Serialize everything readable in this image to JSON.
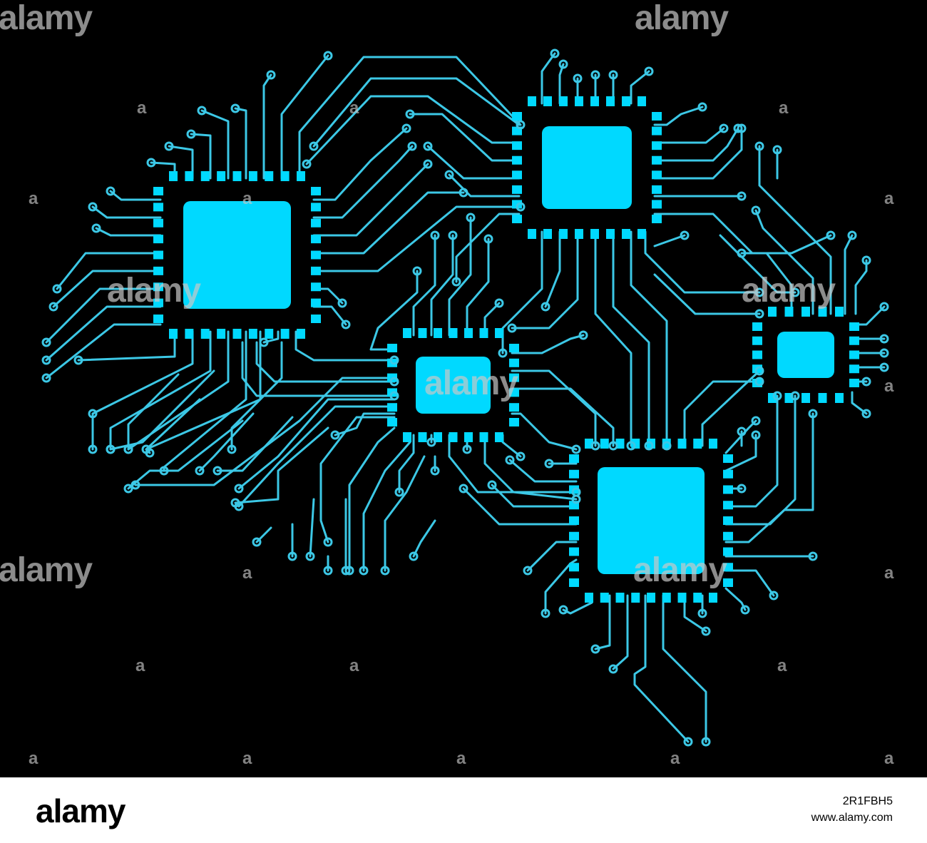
{
  "illustration": {
    "subject": "circuit-brain",
    "colors": {
      "background": "#000000",
      "trace": "#3cc8e6",
      "chip": "#00d9ff"
    },
    "chips": [
      {
        "id": "frontal-chip"
      },
      {
        "id": "top-chip"
      },
      {
        "id": "center-chip"
      },
      {
        "id": "right-chip"
      },
      {
        "id": "lower-chip"
      }
    ]
  },
  "watermark": {
    "text": "alamy",
    "small_mark": "a"
  },
  "footer": {
    "logo": "alamy",
    "image_id": "2R1FBH5",
    "site": "www.alamy.com"
  }
}
